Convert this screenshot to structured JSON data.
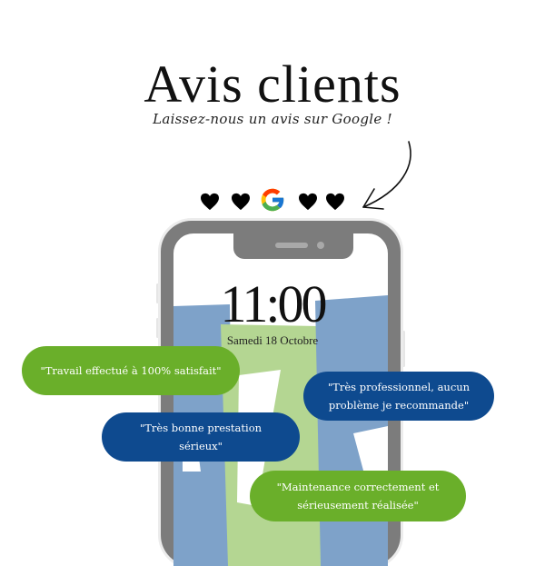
{
  "header": {
    "title": "Avis clients",
    "subtitle": "Laissez-nous un avis sur Google !"
  },
  "icons": {
    "row": [
      "heart-icon",
      "heart-icon",
      "google-g-icon",
      "heart-icon",
      "heart-icon"
    ],
    "arrow": "curved-arrow-icon"
  },
  "phone": {
    "time": "11:00",
    "date": "Samedi  18 Octobre"
  },
  "reviews": [
    {
      "text": "\"Travail effectué à 100% satisfait\"",
      "color": "#6aaf2a"
    },
    {
      "text": "\"Très professionnel, aucun problème je recommande\"",
      "color": "#0e4a8f"
    },
    {
      "text": "\"Très bonne prestation sérieux\"",
      "color": "#0e4a8f"
    },
    {
      "text": "\"Maintenance correctement et sérieusement réalisée\"",
      "color": "#6aaf2a"
    }
  ],
  "colors": {
    "green": "#6aaf2a",
    "blue": "#0e4a8f",
    "wallpaper_blue": "#7ea2c9",
    "wallpaper_green": "#b4d692",
    "phone_frame": "#7c7c7c"
  }
}
